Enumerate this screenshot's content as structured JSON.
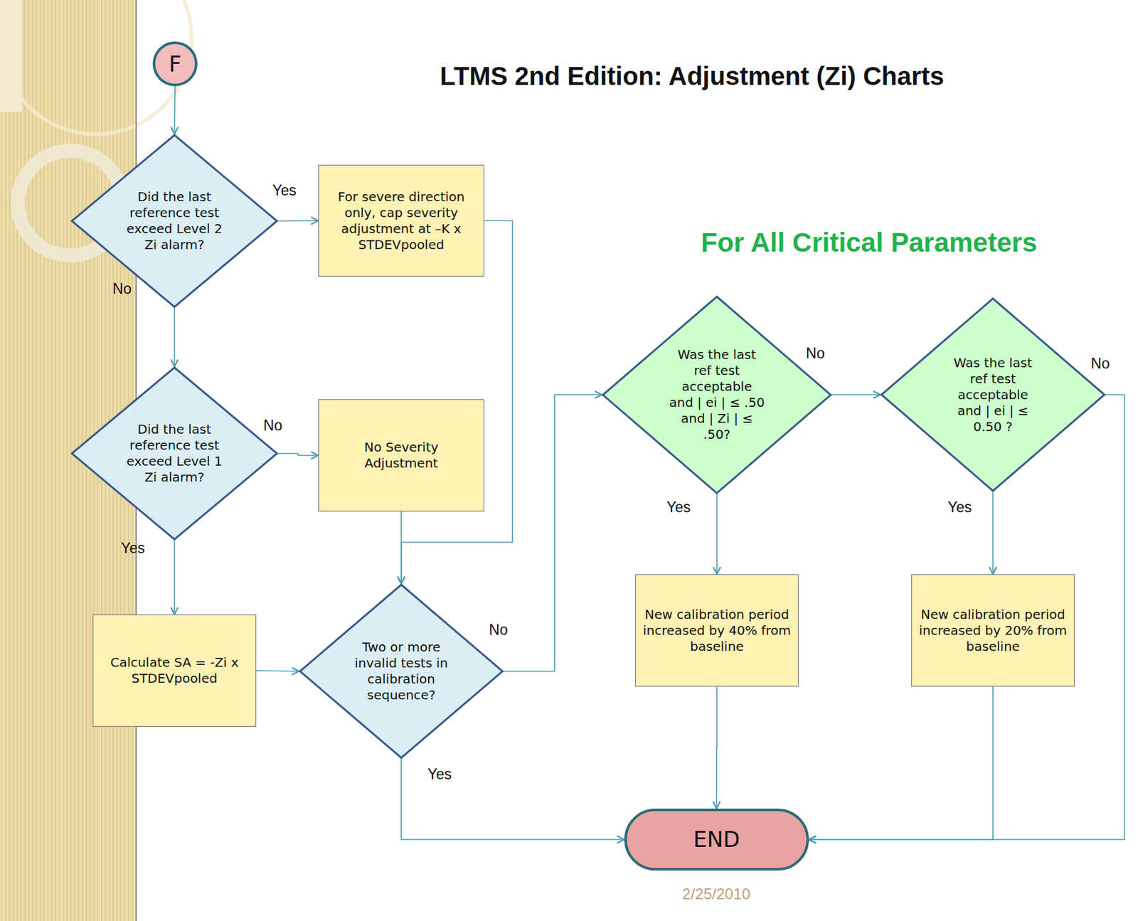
{
  "diagram": {
    "title": "LTMS 2nd Edition: Adjustment (Zi) Charts",
    "nodes": [
      {
        "text": [
          "F"
        ]
      },
      {
        "text": [
          "Did the last reference test exceed Level 2 Zi alarm?"
        ]
      },
      {
        "text": [
          "For severe direction only, cap severity adjustment at –K x STDEVpooled"
        ]
      },
      {
        "text": [
          "Did the last reference test exceed Level 1 Zi alarm?"
        ]
      },
      {
        "text": [
          "No Severity Adjustment"
        ]
      },
      {
        "text": [
          "Calculate SA = -Zi x STDEVpooled"
        ]
      },
      {
        "text": [
          "Two or more invalid tests in calibration sequence?"
        ]
      },
      {
        "text": [
          "Was the last ref test acceptable and | ei | ≤ .50 and | Zi | ≤ .50?"
        ]
      },
      {
        "text": [
          "New calibration period increased by 40% from baseline"
        ]
      },
      {
        "text": [
          "Was the last ref test acceptable and | ei | ≤ 0.50 ?"
        ]
      },
      {
        "text": [
          "New calibration period increased by 20% from baseline"
        ]
      },
      {
        "text": [
          "END"
        ]
      }
    ],
    "edges": [
      {
        "from": 0,
        "to": 1,
        "arrow": "to"
      },
      {
        "from": 1,
        "to": 2,
        "label": "Yes",
        "arrow": "to"
      },
      {
        "from": 1,
        "to": 3,
        "label": "No",
        "arrow": "to"
      },
      {
        "from": 3,
        "to": 4,
        "label": "No",
        "arrow": "to"
      },
      {
        "from": 3,
        "to": 5,
        "label": "Yes",
        "arrow": "to"
      },
      {
        "from": 2,
        "to": 6,
        "arrow": "to"
      },
      {
        "from": 4,
        "to": 6,
        "arrow": "to"
      },
      {
        "from": 5,
        "to": 6,
        "arrow": "to"
      },
      {
        "from": 6,
        "to": 11,
        "label": "Yes",
        "arrow": "to"
      },
      {
        "from": 6,
        "to": 7,
        "label": "No",
        "arrow": "to"
      },
      {
        "from": 7,
        "to": 8,
        "label": "Yes",
        "arrow": "to"
      },
      {
        "from": 7,
        "to": 9,
        "label": "No",
        "arrow": "to"
      },
      {
        "from": 8,
        "to": 11,
        "arrow": "to"
      },
      {
        "from": 9,
        "to": 10,
        "label": "Yes",
        "arrow": "to"
      },
      {
        "from": 9,
        "to": 11,
        "label": "No",
        "arrow": "to"
      },
      {
        "from": 10,
        "to": 11,
        "arrow": "to"
      }
    ],
    "labels": [
      "For All Critical Parameters",
      "2/25/2010"
    ]
  }
}
